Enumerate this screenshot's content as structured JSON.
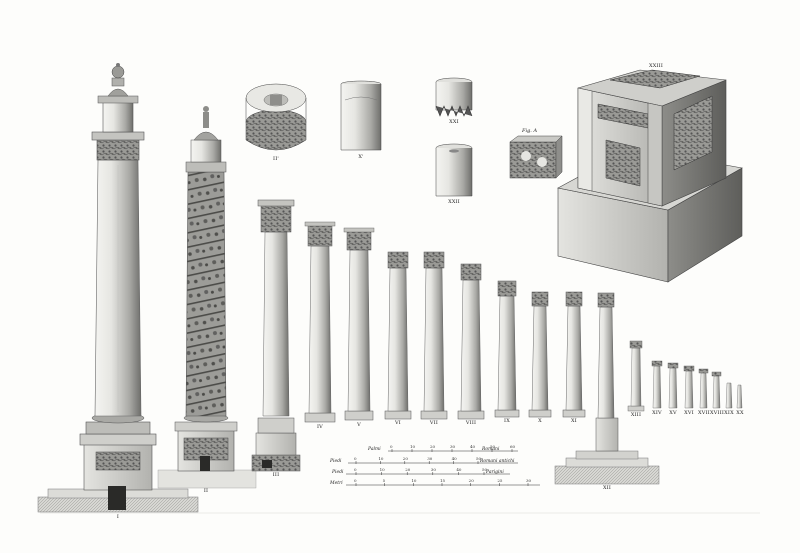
{
  "plate": {
    "background": "#fdfdfb",
    "ink": "#3a3a3a",
    "stone": "#c9c9c6",
    "shade": "#8e8e8b"
  },
  "labels": {
    "col_1": "I",
    "col_2": "II",
    "col_3": "III",
    "col_4": "IV",
    "col_5": "V",
    "col_6": "VI",
    "col_7": "VII",
    "col_8": "VIII",
    "col_9": "IX",
    "col_10": "X",
    "col_11": "XI",
    "col_12": "XII",
    "col_13": "XIII",
    "col_14": "XIV",
    "col_15": "XV",
    "col_16": "XVI",
    "col_17": "XVII",
    "col_18": "XVIII",
    "col_19": "XIX",
    "col_20": "XX",
    "col_12b": "XII",
    "fragment_base": "II'",
    "fragment_drum": "X'",
    "fragment_capital": "XXI",
    "fragment_shaft": "XXII",
    "fig_a": "Fig. A",
    "block": "XXIII"
  },
  "scales": {
    "rows": [
      {
        "label": "Palmi",
        "unit": "Romani",
        "ticks": [
          "0",
          "10",
          "20",
          "30",
          "40",
          "50",
          "60"
        ]
      },
      {
        "label": "Piedi",
        "unit": "Romani antichi",
        "ticks": [
          "0",
          "10",
          "20",
          "30",
          "40",
          "50"
        ]
      },
      {
        "label": "Piedi",
        "unit": "Parigini",
        "ticks": [
          "0",
          "10",
          "20",
          "30",
          "40",
          "50"
        ]
      },
      {
        "label": "Metri",
        "unit": "",
        "ticks": [
          "0",
          "5",
          "10",
          "15",
          "20",
          "25",
          "30"
        ]
      }
    ]
  },
  "icons": {
    "column": "corinthian-column-icon",
    "capital": "acanthus-capital-icon",
    "statue": "statue-icon"
  }
}
